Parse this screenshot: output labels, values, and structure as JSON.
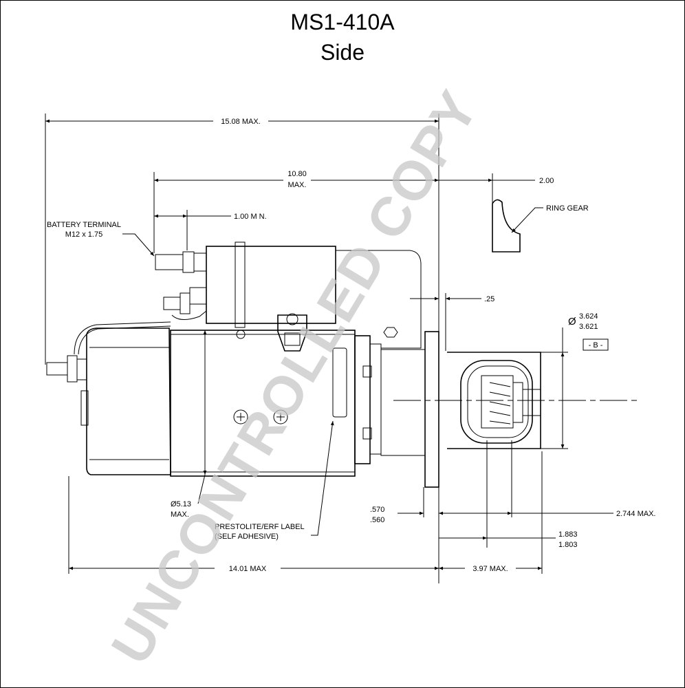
{
  "header": {
    "title": "MS1-410A",
    "subtitle": "Side"
  },
  "dimensions": {
    "overall_length": "15.08 MAX.",
    "solenoid_length_line1": "10.80",
    "solenoid_length_line2": "MAX.",
    "terminal_offset": "1.00 M N.",
    "gear_height": "2.00",
    "flange_gap": ".25",
    "pilot_dia_top": "3.624",
    "pilot_dia_bottom": "3.621",
    "pilot_dia_symbol": "Ø",
    "datum": "- B -",
    "body_dia_line1": "Ø5.13",
    "body_dia_line2": "MAX.",
    "flange_thk_top": ".570",
    "flange_thk_bottom": ".560",
    "pinion_extend": "2.744 MAX.",
    "pinion_pos_top": "1.883",
    "pinion_pos_bottom": "1.803",
    "body_length": "14.01 MAX",
    "nose_length": "3.97 MAX."
  },
  "labels": {
    "battery_terminal_line1": "BATTERY TERMINAL",
    "battery_terminal_line2": "M12 x 1.75",
    "ring_gear": "RING GEAR",
    "label_line1": "PRESTOLITE/ERF LABEL",
    "label_line2": "(SELF ADHESIVE)"
  },
  "watermark": {
    "text": "UNCONTROLLED COPY"
  }
}
